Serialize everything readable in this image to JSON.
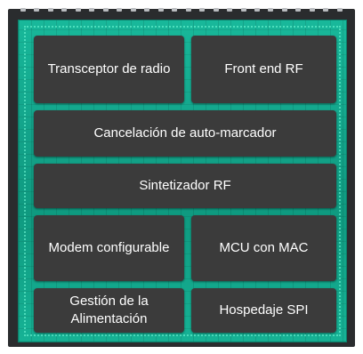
{
  "blocks": {
    "transceptor": "Transceptor de radio",
    "front_end": "Front end RF",
    "cancelacion": "Cancelación de auto-marcador",
    "sintetizador": "Sintetizador RF",
    "modem": "Modem configurable",
    "mcu": "MCU con MAC",
    "gestion": "Gestión de la Alimentación",
    "spi": "Hospedaje SPI"
  }
}
